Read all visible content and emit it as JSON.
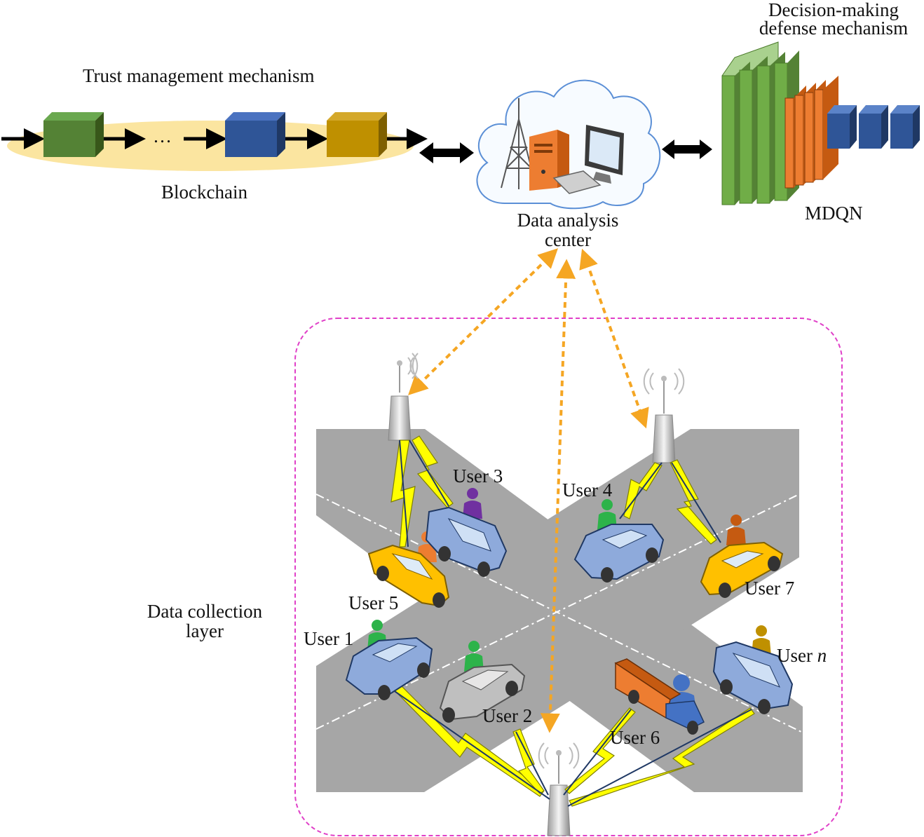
{
  "blockchain": {
    "title": "Trust management mechanism",
    "label": "Blockchain",
    "ellipsis": "…",
    "block_colors": [
      "#548235",
      "#2f5597",
      "#bf9000"
    ],
    "ellipse_color": "#fbe5a0"
  },
  "analysis_center": {
    "label_line1": "Data analysis",
    "label_line2": "center"
  },
  "defense": {
    "title_line1": "Decision-making",
    "title_line2": "defense mechanism",
    "network_label": "MDQN",
    "layer_colors": [
      "#70ad47",
      "#ed7d31",
      "#2f5597"
    ]
  },
  "collection_layer": {
    "label_line1": "Data collection",
    "label_line2": "layer",
    "border_color": "#e040c8"
  },
  "users": {
    "u1": "User 1",
    "u2": "User 2",
    "u3": "User 3",
    "u4": "User 4",
    "u5": "User 5",
    "u6": "User 6",
    "u7": "User 7",
    "un_prefix": "User ",
    "un_suffix": "n"
  },
  "colors": {
    "road": "#a6a6a6",
    "link": "#f5a623",
    "lightning": "#ffff00",
    "lightning_edge": "#7f7f00"
  }
}
